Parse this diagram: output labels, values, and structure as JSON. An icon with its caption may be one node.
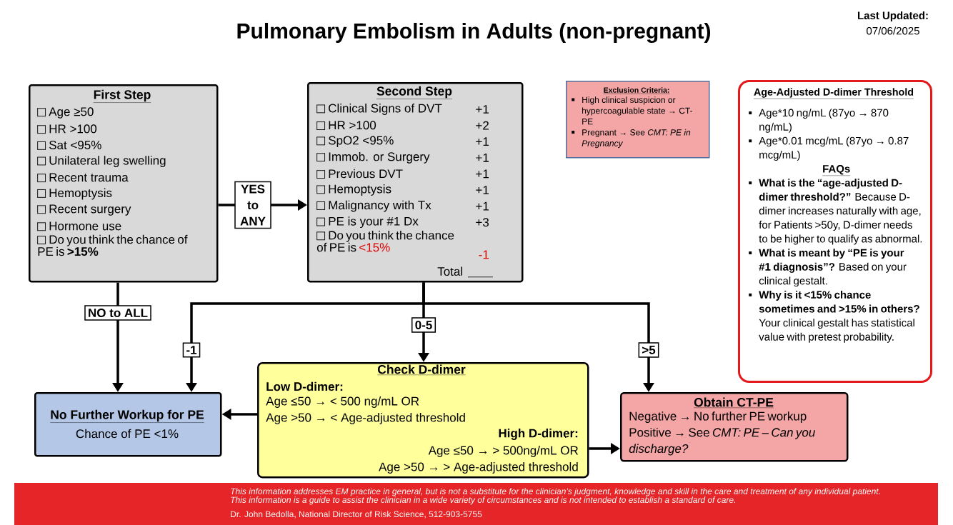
{
  "diagram": {
    "title": "Pulmonary Embolism in Adults (non-pregnant)",
    "nodes": [
      {
        "text": [
          "First Step",
          "Age ≥50",
          "HR >100",
          "Sat <95%",
          "Unilateral leg swelling",
          "Recent trauma",
          "Hemoptysis",
          "Recent surgery",
          "Hormone use",
          "Do you think the chance of PE is **>15%**"
        ]
      },
      {
        "text": [
          "Second Step",
          "Clinical Signs of DVT",
          "+1",
          "HR >100",
          "+2",
          "SpO2 <95%",
          "+1",
          "Immob. or Surgery",
          "+1",
          "Previous DVT",
          "+1",
          "Hemoptysis",
          "+1",
          "Malignancy with Tx",
          "+1",
          "PE is your #1 Dx",
          "+3",
          "Do you think the chance of PE is",
          "<15%",
          "-1",
          "Total"
        ]
      },
      {
        "text": [
          "Exclusion Criteria:",
          "High clinical suspicion or hypercoagulable state → CT-PE",
          "Pregnant → See *CMT: PE in Pregnancy*"
        ]
      },
      {
        "text": [
          "Age-Adjusted D-dimer Threshold",
          "Age*10 ng/mL (87yo → 870 ng/mL)",
          "Age*0.01 mcg/mL (87yo → 0.87 mcg/mL)",
          "FAQs",
          "**What is the “age-adjusted D-dimer threshold?”** Because D-dimer increases naturally with age, for Patients >50y, D-dimer needs to be higher to qualify as abnormal.",
          "**What is meant by “PE is your #1 diagnosis”?** Based on your clinical gestalt.",
          "**Why is it <15% chance sometimes and >15% in others?** Your clinical gestalt has statistical value with pretest probability."
        ]
      },
      {
        "text": [
          "No Further Workup for PE",
          "Chance of PE <1%"
        ]
      },
      {
        "text": [
          "Check D-dimer",
          "Low D-dimer:",
          "Age ≤50 → < 500 ng/mL OR",
          "Age >50 → < Age-adjusted threshold",
          "High D-dimer:",
          "Age ≤50 → > 500ng/mL OR",
          "Age >50 → > Age-adjusted threshold"
        ]
      },
      {
        "text": [
          "Obtain CT-PE",
          "Negative → No further PE workup",
          "Positive → See *CMT: PE – Can you discharge?*"
        ]
      }
    ],
    "edges": [
      {
        "from": 0,
        "to": 1,
        "arrow": "to",
        "label": "YES to ANY"
      },
      {
        "from": 0,
        "to": 4,
        "arrow": "to",
        "label": "NO to ALL"
      },
      {
        "from": 1,
        "to": 5,
        "arrow": "to",
        "label": "0-5"
      },
      {
        "from": 1,
        "to": 4,
        "arrow": "to",
        "label": "-1"
      },
      {
        "from": 1,
        "to": 6,
        "arrow": "to",
        "label": ">5"
      },
      {
        "from": 5,
        "to": 4,
        "arrow": "to"
      },
      {
        "from": 5,
        "to": 6,
        "arrow": "to"
      }
    ],
    "labels": [
      "Last Updated:",
      "07/06/2025",
      "This information addresses EM practice in general, but is not a substitute for the clinician’s judgment, knowledge and skill in the care and treatment of any individual patient. This information is a guide to assist the clinician in a wide variety of circumstances and is not intended to establish a standard of care.",
      "Dr. John Bedolla, National Director of Risk Science, 512-903-5755"
    ]
  }
}
